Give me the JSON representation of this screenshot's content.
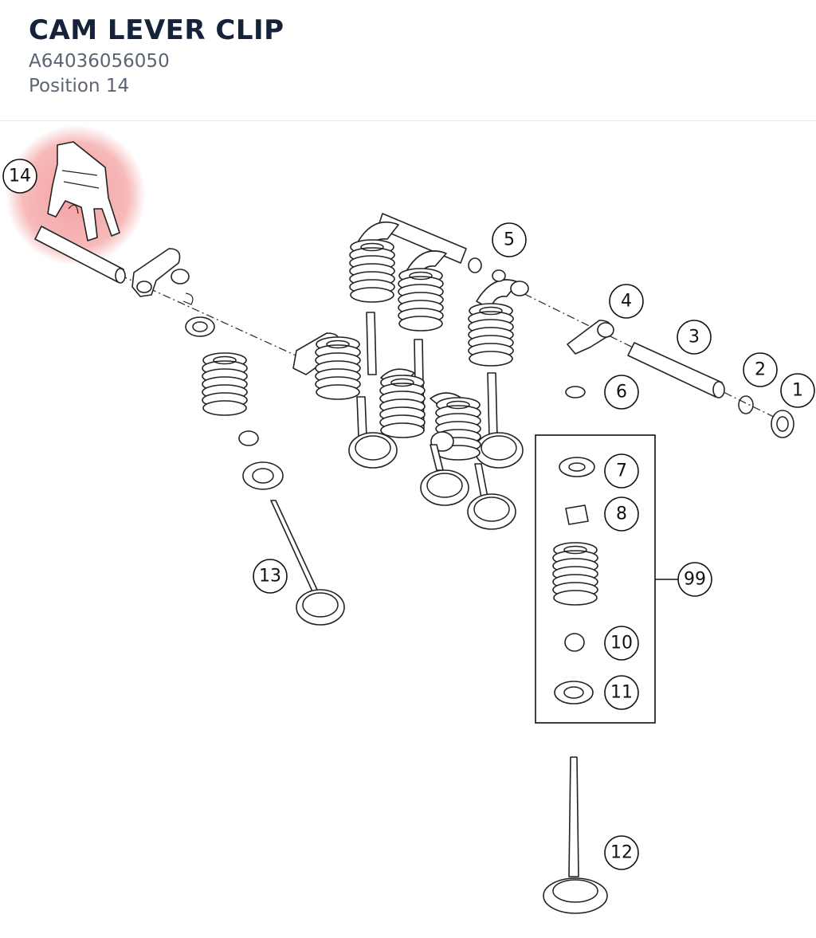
{
  "header": {
    "title": "CAM LEVER CLIP",
    "part_number": "A64036056050",
    "position": "Position 14"
  },
  "highlight": {
    "color": "#f08080",
    "position": "14"
  },
  "callouts": [
    "1",
    "2",
    "3",
    "4",
    "5",
    "6",
    "7",
    "8",
    "99",
    "10",
    "11",
    "12",
    "13",
    "14"
  ]
}
